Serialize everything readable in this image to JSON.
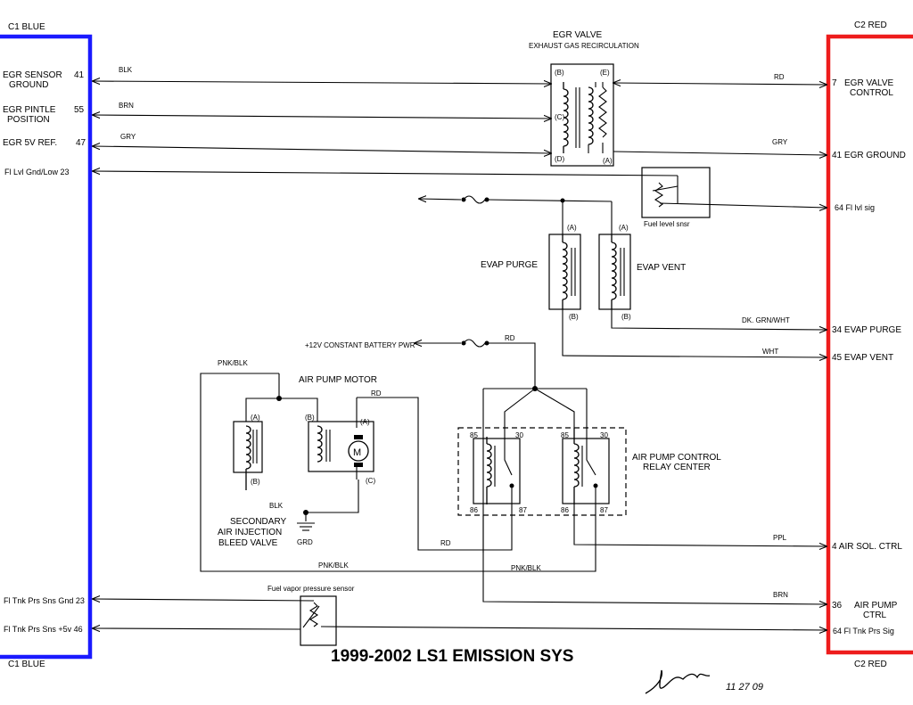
{
  "connectors": {
    "c1_top": "C1 BLUE",
    "c1_bottom": "C1 BLUE",
    "c2_top": "C2 RED",
    "c2_bottom": "C2 RED",
    "c1_color": "#1a1aff",
    "c2_color": "#ee1c1c"
  },
  "left_pins": {
    "egr_sensor_ground_1": "EGR SENSOR",
    "egr_sensor_ground_2": "GROUND",
    "egr_sensor_ground_pin": "41",
    "egr_pintle_1": "EGR PINTLE",
    "egr_pintle_2": "POSITION",
    "egr_pintle_pin": "55",
    "egr_5v": "EGR 5V REF.",
    "egr_5v_pin": "47",
    "fl_lvl": "Fl Lvl Gnd/Low  23",
    "fl_tnk_gnd": "Fl Tnk Prs Sns Gnd 23",
    "fl_tnk_5v": "Fl Tnk Prs Sns +5v 46"
  },
  "right_pins": {
    "egr_valve_control_pin": "7",
    "egr_valve_control_1": "EGR VALVE",
    "egr_valve_control_2": "CONTROL",
    "egr_ground": "41  EGR GROUND",
    "fl_lvl_sig": "64  Fl lvl sig",
    "evap_purge": "34  EVAP PURGE",
    "evap_vent": "45  EVAP VENT",
    "air_sol": "4  AIR SOL. CTRL",
    "air_pump_ctrl_pin": "36",
    "air_pump_ctrl_1": "AIR PUMP",
    "air_pump_ctrl_2": "CTRL",
    "fl_tnk_prs_sig": "64  Fl Tnk Prs Sig"
  },
  "wire_labels": {
    "blk": "BLK",
    "brn": "BRN",
    "gry": "GRY",
    "rd": "RD",
    "gry_right": "GRY",
    "dk_grn_wht": "DK. GRN/WHT",
    "wht": "WHT",
    "rd_battery": "RD",
    "pnk_blk_top": "PNK/BLK",
    "rd_pump": "RD",
    "blk_ground": "BLK",
    "rd_bottom": "RD",
    "pnk_blk_bottom": "PNK/BLK",
    "pnk_blk_bottom2": "PNK/BLK",
    "ppl": "PPL",
    "brn_bottom": "BRN"
  },
  "components": {
    "egr_valve_title": "EGR VALVE",
    "egr_valve_subtitle": "EXHAUST GAS RECIRCULATION",
    "egr_pin_b": "(B)",
    "egr_pin_c": "(C)",
    "egr_pin_d": "(D)",
    "egr_pin_e": "(E)",
    "egr_pin_a": "(A)",
    "fuel_level_sensor": "Fuel level snsr",
    "evap_purge": "EVAP PURGE",
    "evap_vent": "EVAP VENT",
    "evap_pin_a1": "(A)",
    "evap_pin_a2": "(A)",
    "evap_pin_b1": "(B)",
    "evap_pin_b2": "(B)",
    "battery": "+12V CONSTANT BATTERY PWR",
    "air_pump_motor": "AIR PUMP MOTOR",
    "motor_symbol": "M",
    "pump_pin_b": "(B)",
    "pump_pin_a": "(A)",
    "pump_pin_c": "(C)",
    "bleed_pin_a": "(A)",
    "bleed_pin_b": "(B)",
    "bleed_valve_1": "SECONDARY",
    "bleed_valve_2": "AIR INJECTION",
    "bleed_valve_3": "BLEED VALVE",
    "ground": "GRD",
    "relay_center_1": "AIR PUMP CONTROL",
    "relay_center_2": "RELAY CENTER",
    "relay_85a": "85",
    "relay_30a": "30",
    "relay_86a": "86",
    "relay_87a": "87",
    "relay_85b": "85",
    "relay_30b": "30",
    "relay_86b": "86",
    "relay_87b": "87",
    "fuel_vapor_sensor": "Fuel vapor pressure sensor"
  },
  "title": "1999-2002 LS1 EMISSION SYS",
  "signature": "11 27 09"
}
